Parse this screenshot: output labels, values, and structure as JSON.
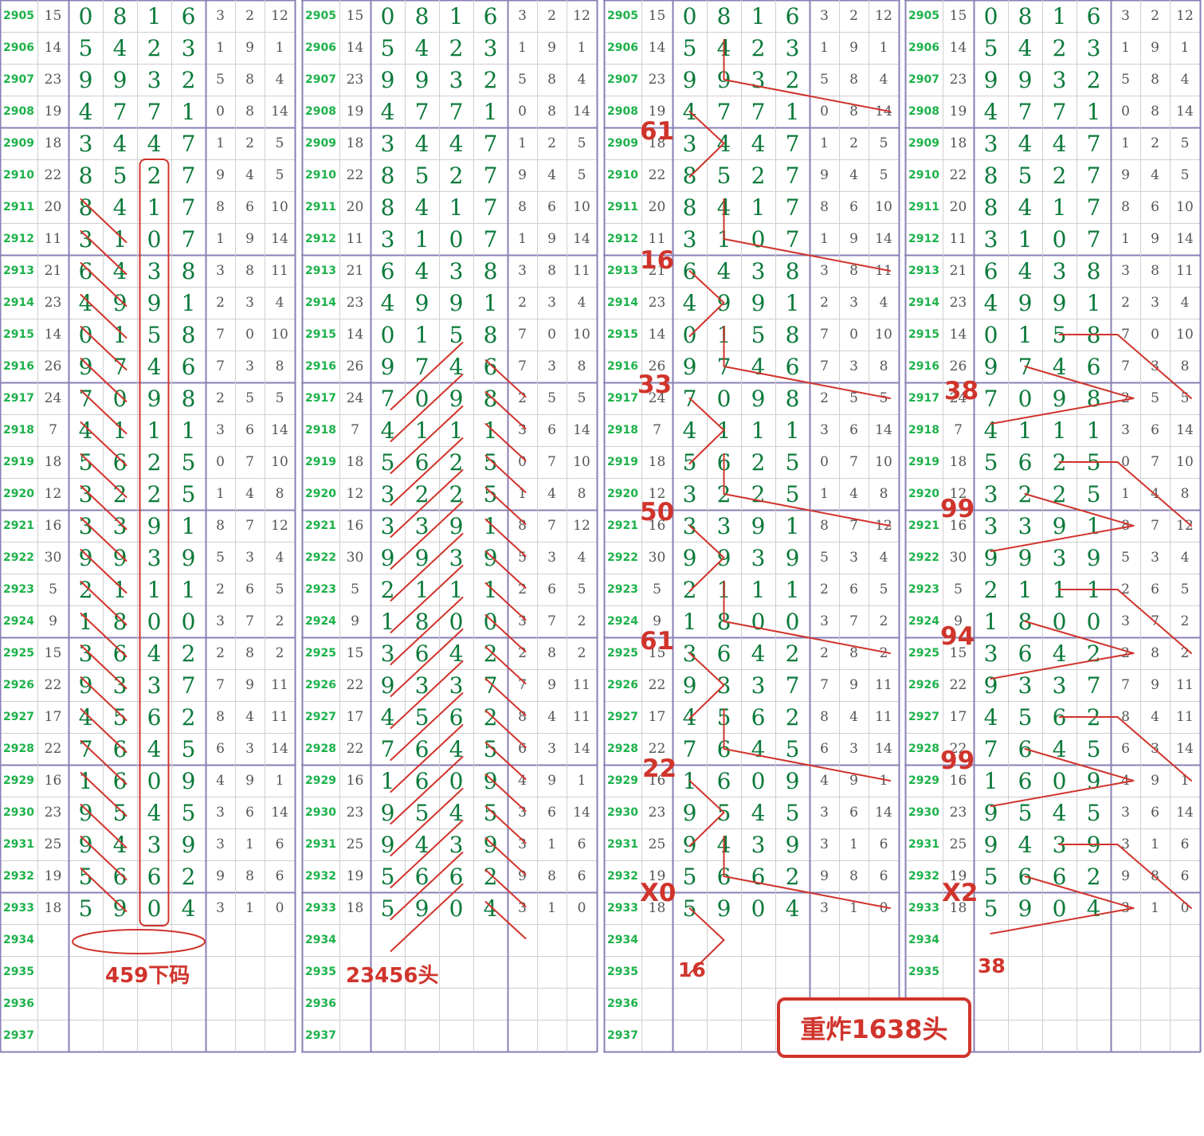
{
  "rows": [
    {
      "period": "2905",
      "sum": "15",
      "digits": [
        "0",
        "8",
        "1",
        "6"
      ],
      "extra": [
        "3",
        "2",
        "12"
      ]
    },
    {
      "period": "2906",
      "sum": "14",
      "digits": [
        "5",
        "4",
        "2",
        "3"
      ],
      "extra": [
        "1",
        "9",
        "1"
      ]
    },
    {
      "period": "2907",
      "sum": "23",
      "digits": [
        "9",
        "9",
        "3",
        "2"
      ],
      "extra": [
        "5",
        "8",
        "4"
      ]
    },
    {
      "period": "2908",
      "sum": "19",
      "digits": [
        "4",
        "7",
        "7",
        "1"
      ],
      "extra": [
        "0",
        "8",
        "14"
      ]
    },
    {
      "period": "2909",
      "sum": "18",
      "digits": [
        "3",
        "4",
        "4",
        "7"
      ],
      "extra": [
        "1",
        "2",
        "5"
      ]
    },
    {
      "period": "2910",
      "sum": "22",
      "digits": [
        "8",
        "5",
        "2",
        "7"
      ],
      "extra": [
        "9",
        "4",
        "5"
      ]
    },
    {
      "period": "2911",
      "sum": "20",
      "digits": [
        "8",
        "4",
        "1",
        "7"
      ],
      "extra": [
        "8",
        "6",
        "10"
      ]
    },
    {
      "period": "2912",
      "sum": "11",
      "digits": [
        "3",
        "1",
        "0",
        "7"
      ],
      "extra": [
        "1",
        "9",
        "14"
      ]
    },
    {
      "period": "2913",
      "sum": "21",
      "digits": [
        "6",
        "4",
        "3",
        "8"
      ],
      "extra": [
        "3",
        "8",
        "11"
      ]
    },
    {
      "period": "2914",
      "sum": "23",
      "digits": [
        "4",
        "9",
        "9",
        "1"
      ],
      "extra": [
        "2",
        "3",
        "4"
      ]
    },
    {
      "period": "2915",
      "sum": "14",
      "digits": [
        "0",
        "1",
        "5",
        "8"
      ],
      "extra": [
        "7",
        "0",
        "10"
      ]
    },
    {
      "period": "2916",
      "sum": "26",
      "digits": [
        "9",
        "7",
        "4",
        "6"
      ],
      "extra": [
        "7",
        "3",
        "8"
      ]
    },
    {
      "period": "2917",
      "sum": "24",
      "digits": [
        "7",
        "0",
        "9",
        "8"
      ],
      "extra": [
        "2",
        "5",
        "5"
      ]
    },
    {
      "period": "2918",
      "sum": "7",
      "digits": [
        "4",
        "1",
        "1",
        "1"
      ],
      "extra": [
        "3",
        "6",
        "14"
      ]
    },
    {
      "period": "2919",
      "sum": "18",
      "digits": [
        "5",
        "6",
        "2",
        "5"
      ],
      "extra": [
        "0",
        "7",
        "10"
      ]
    },
    {
      "period": "2920",
      "sum": "12",
      "digits": [
        "3",
        "2",
        "2",
        "5"
      ],
      "extra": [
        "1",
        "4",
        "8"
      ]
    },
    {
      "period": "2921",
      "sum": "16",
      "digits": [
        "3",
        "3",
        "9",
        "1"
      ],
      "extra": [
        "8",
        "7",
        "12"
      ]
    },
    {
      "period": "2922",
      "sum": "30",
      "digits": [
        "9",
        "9",
        "3",
        "9"
      ],
      "extra": [
        "5",
        "3",
        "4"
      ]
    },
    {
      "period": "2923",
      "sum": "5",
      "digits": [
        "2",
        "1",
        "1",
        "1"
      ],
      "extra": [
        "2",
        "6",
        "5"
      ]
    },
    {
      "period": "2924",
      "sum": "9",
      "digits": [
        "1",
        "8",
        "0",
        "0"
      ],
      "extra": [
        "3",
        "7",
        "2"
      ]
    },
    {
      "period": "2925",
      "sum": "15",
      "digits": [
        "3",
        "6",
        "4",
        "2"
      ],
      "extra": [
        "2",
        "8",
        "2"
      ]
    },
    {
      "period": "2926",
      "sum": "22",
      "digits": [
        "9",
        "3",
        "3",
        "7"
      ],
      "extra": [
        "7",
        "9",
        "11"
      ]
    },
    {
      "period": "2927",
      "sum": "17",
      "digits": [
        "4",
        "5",
        "6",
        "2"
      ],
      "extra": [
        "8",
        "4",
        "11"
      ]
    },
    {
      "period": "2928",
      "sum": "22",
      "digits": [
        "7",
        "6",
        "4",
        "5"
      ],
      "extra": [
        "6",
        "3",
        "14"
      ]
    },
    {
      "period": "2929",
      "sum": "16",
      "digits": [
        "1",
        "6",
        "0",
        "9"
      ],
      "extra": [
        "4",
        "9",
        "1"
      ]
    },
    {
      "period": "2930",
      "sum": "23",
      "digits": [
        "9",
        "5",
        "4",
        "5"
      ],
      "extra": [
        "3",
        "6",
        "14"
      ]
    },
    {
      "period": "2931",
      "sum": "25",
      "digits": [
        "9",
        "4",
        "3",
        "9"
      ],
      "extra": [
        "3",
        "1",
        "6"
      ]
    },
    {
      "period": "2932",
      "sum": "19",
      "digits": [
        "5",
        "6",
        "6",
        "2"
      ],
      "extra": [
        "9",
        "8",
        "6"
      ]
    },
    {
      "period": "2933",
      "sum": "18",
      "digits": [
        "5",
        "9",
        "0",
        "4"
      ],
      "extra": [
        "3",
        "1",
        "0"
      ]
    },
    {
      "period": "2934",
      "sum": "",
      "digits": [
        "",
        "",
        "",
        ""
      ],
      "extra": [
        "",
        "",
        ""
      ]
    },
    {
      "period": "2935",
      "sum": "",
      "digits": [
        "",
        "",
        "",
        ""
      ],
      "extra": [
        "",
        "",
        ""
      ]
    },
    {
      "period": "2936",
      "sum": "",
      "digits": [
        "",
        "",
        "",
        ""
      ],
      "extra": [
        "",
        "",
        ""
      ]
    },
    {
      "period": "2937",
      "sum": "",
      "digits": [
        "",
        "",
        "",
        ""
      ],
      "extra": [
        "",
        "",
        ""
      ]
    }
  ],
  "panels": [
    {
      "annotations": [
        {
          "text": "459下码"
        }
      ]
    },
    {
      "annotations": [
        {
          "text": "23456头"
        }
      ]
    },
    {
      "annotations": [
        {
          "text": "61"
        },
        {
          "text": "16"
        },
        {
          "text": "33"
        },
        {
          "text": "50"
        },
        {
          "text": "61"
        },
        {
          "text": "22"
        },
        {
          "text": "X0"
        },
        {
          "text": "16"
        }
      ],
      "callout": "重炸1638头"
    },
    {
      "annotations": [
        {
          "text": "38"
        },
        {
          "text": "99"
        },
        {
          "text": "94"
        },
        {
          "text": "99"
        },
        {
          "text": "X2"
        },
        {
          "text": "38"
        }
      ]
    }
  ],
  "colors": {
    "period_text": "#1db24a",
    "sum_text": "#555555",
    "digit_text": "#0b7a3a",
    "grid_line": "#cfcfcf",
    "group_line": "#8a7fb5",
    "annotation": "#d0342c"
  }
}
